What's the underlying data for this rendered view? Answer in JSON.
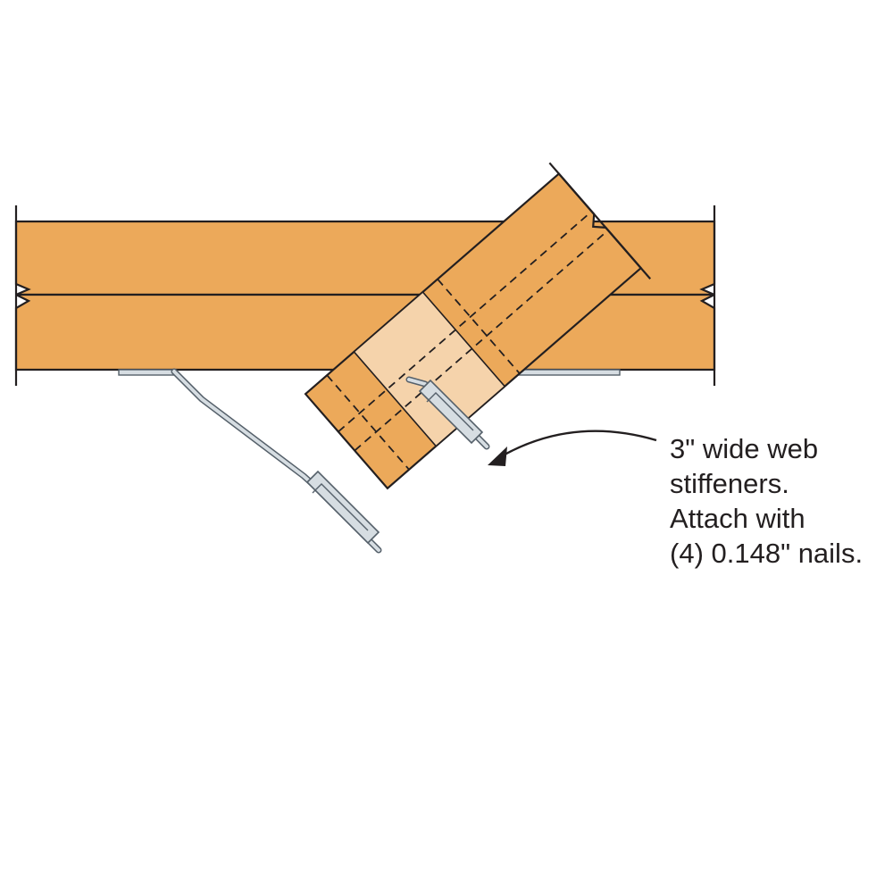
{
  "colors": {
    "lumber": "#eca95a",
    "web_stiffener": "#f5d3ab",
    "outline": "#231f20",
    "hanger_metal": "#d6dde2",
    "hanger_edge": "#55606a",
    "background": "#ffffff"
  },
  "callout": {
    "lines": [
      "3\" wide web",
      "stiffeners.",
      "Attach with",
      "(4) 0.148\" nails."
    ]
  }
}
